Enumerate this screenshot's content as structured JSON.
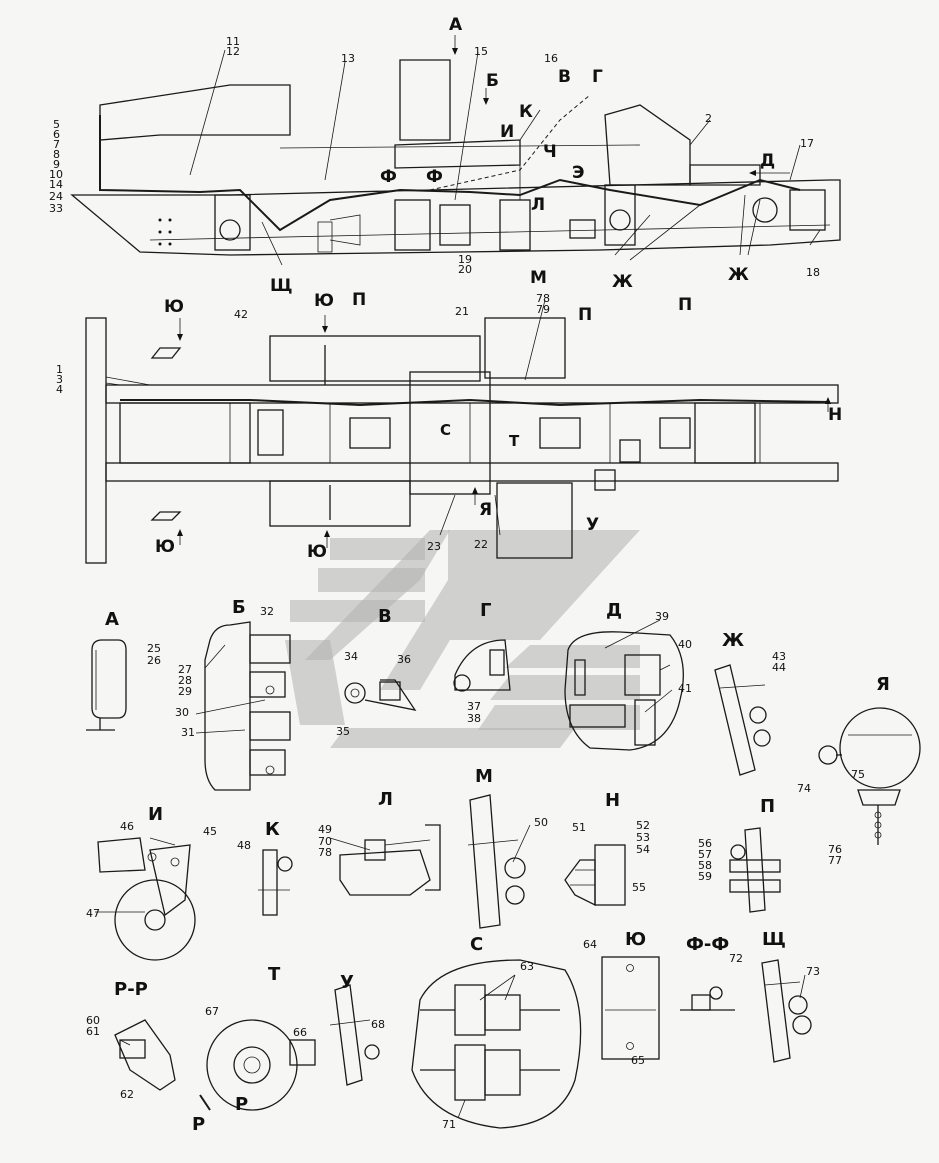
{
  "letters": {
    "A": "А",
    "B": "Б",
    "V": "В",
    "G": "Г",
    "D": "Д",
    "K": "К",
    "I": "И",
    "Ch": "Ч",
    "E": "Э",
    "F": "Ф",
    "L": "Л",
    "M": "М",
    "Zh": "Ж",
    "Shch": "Щ",
    "Yu": "Ю",
    "P": "П",
    "N": "Н",
    "S": "С",
    "T": "Т",
    "Ya": "Я",
    "U": "У",
    "R": "Р",
    "RR": "Р-Р",
    "FF": "Ф-Ф"
  },
  "numbers": [
    "1",
    "2",
    "3",
    "4",
    "5",
    "6",
    "7",
    "8",
    "9",
    "10",
    "11",
    "12",
    "13",
    "14",
    "15",
    "16",
    "17",
    "18",
    "19",
    "20",
    "21",
    "22",
    "23",
    "24",
    "25",
    "26",
    "27",
    "28",
    "29",
    "30",
    "31",
    "32",
    "33",
    "34",
    "35",
    "36",
    "37",
    "38",
    "39",
    "40",
    "41",
    "42",
    "43",
    "44",
    "45",
    "46",
    "47",
    "48",
    "49",
    "50",
    "51",
    "52",
    "53",
    "54",
    "55",
    "56",
    "57",
    "58",
    "59",
    "60",
    "61",
    "62",
    "63",
    "64",
    "65",
    "66",
    "67",
    "68",
    "70",
    "71",
    "72",
    "73",
    "74",
    "75",
    "76",
    "77",
    "78",
    "79"
  ]
}
